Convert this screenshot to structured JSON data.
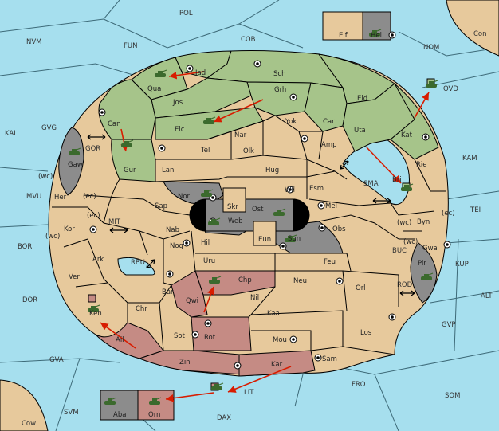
{
  "colors": {
    "sea": "#a6dfee",
    "neutral_land": "#e7c99c",
    "green_power": "#a6c48a",
    "red_power": "#c58b84",
    "grey_power": "#8c8c8c",
    "order_arrow": "#d81c00",
    "unit": "#3b6a2d"
  },
  "sea_labels": [
    "POL",
    "NVM",
    "FUN",
    "COB",
    "NOM",
    "Con",
    "OVD",
    "KAL",
    "GVG",
    "GOR",
    "KAM",
    "MVU",
    "MIT",
    "SMA",
    "TEI",
    "BOR",
    "RBU",
    "BUC",
    "KUP",
    "DOR",
    "ROD",
    "ALT",
    "GVP",
    "GVA",
    "FRO",
    "SOM",
    "LIT",
    "SVM",
    "DAX",
    "Cow",
    "(wc)",
    "(ec)",
    "(wc)",
    "(ec)",
    "(wc)",
    "(ec)",
    "(wc)"
  ],
  "provinces": [
    "Elf",
    "Hel",
    "Jad",
    "Sch",
    "Qua",
    "Jos",
    "Grh",
    "Eld",
    "Can",
    "Elc",
    "Yok",
    "Car",
    "Nar",
    "Uta",
    "Kat",
    "Tel",
    "Olk",
    "Amp",
    "Gur",
    "Lan",
    "Hug",
    "Rie",
    "Gaw",
    "Nor",
    "Skr",
    "Wil",
    "Esm",
    "Bri",
    "Her",
    "Sap",
    "Ost",
    "Mel",
    "Web",
    "Byn",
    "Kor",
    "Nab",
    "Obs",
    "Hil",
    "Eun",
    "Sun",
    "Nog",
    "Gwa",
    "Ark",
    "Uru",
    "Feu",
    "Pir",
    "Chp",
    "Neu",
    "Ver",
    "Bar",
    "Qwi",
    "Nil",
    "Orl",
    "Ken",
    "Chr",
    "Kaa",
    "Los",
    "Ail",
    "Sot",
    "Rot",
    "Mou",
    "Zin",
    "Kar",
    "Sam",
    "Aba",
    "Orn"
  ],
  "orders": [
    {
      "from": "Jad",
      "to": "Qua"
    },
    {
      "from": "Grh",
      "to": "Elc"
    },
    {
      "from": "Can",
      "to": "Gur"
    },
    {
      "from": "Uta",
      "to": "Bri"
    },
    {
      "from": "Kat",
      "to": "OVD"
    },
    {
      "from": "Qwi",
      "to": "Chp"
    },
    {
      "from": "Ail",
      "to": "Ken"
    },
    {
      "from": "Kar",
      "to": "LIT"
    },
    {
      "from": "LIT",
      "to": "Orn"
    }
  ]
}
